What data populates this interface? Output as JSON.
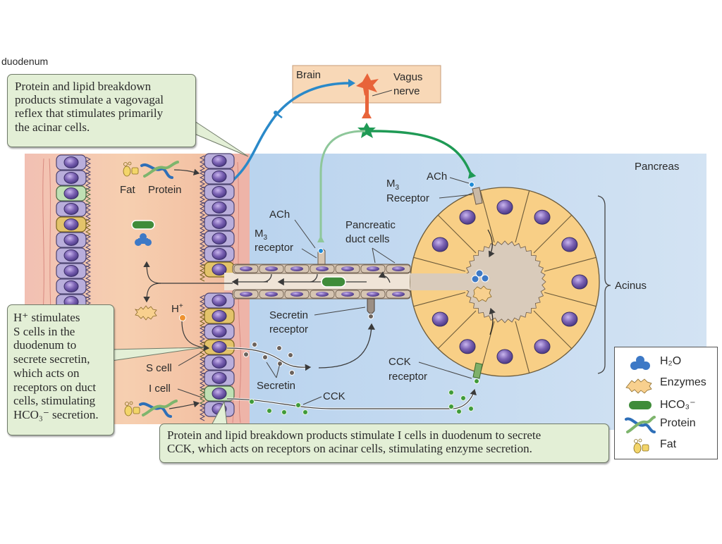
{
  "figure": {
    "cropped_label": "duodenum",
    "regions": {
      "brain": "Brain",
      "vagus_nerve_line1": "Vagus",
      "vagus_nerve_line2": "nerve",
      "pancreas": "Pancreas",
      "acinus": "Acinus"
    },
    "labels": {
      "fat": "Fat",
      "protein": "Protein",
      "ach_duct": "ACh",
      "m3_duct_m": "M",
      "m3_duct_sub": "3",
      "m3_duct_receptor": "receptor",
      "ach_acinar": "ACh",
      "m3_acinar_m": "M",
      "m3_acinar_sub": "3",
      "m3_acinar_receptor": "Receptor",
      "pancreatic_duct_line1": "Pancreatic",
      "pancreatic_duct_line2": "duct cells",
      "secretin_receptor_line1": "Secretin",
      "secretin_receptor_line2": "receptor",
      "h_plus": "H",
      "h_plus_sup": "+",
      "s_cell": "S cell",
      "i_cell": "I cell",
      "secretin": "Secretin",
      "cck": "CCK",
      "cck_receptor_line1": "CCK",
      "cck_receptor_line2": "receptor"
    },
    "callouts": {
      "vagovagal": [
        "Protein and lipid breakdown",
        "products stimulate a vagovagal",
        "reflex that stimulates primarily",
        "the acinar cells."
      ],
      "secretin": [
        "H⁺ stimulates",
        "S cells in the",
        "duodenum to",
        "secrete secretin,",
        "which acts on",
        "receptors on duct",
        "cells, stimulating",
        "HCO₃⁻ secretion."
      ],
      "cck": [
        "Protein and lipid breakdown products stimulate I cells in duodenum to secrete",
        "CCK, which acts on receptors on acinar cells, stimulating enzyme secretion."
      ]
    },
    "legend": [
      {
        "icon": "water-icon",
        "label": "H₂O"
      },
      {
        "icon": "enzymes-icon",
        "label": "Enzymes"
      },
      {
        "icon": "bicarbonate-icon",
        "label": "HCO₃⁻"
      },
      {
        "icon": "protein-icon",
        "label": "Protein"
      },
      {
        "icon": "fat-icon",
        "label": "Fat"
      }
    ],
    "colors": {
      "callout_bg": "#e3efd6",
      "duodenum_bg": "#f3c7a6",
      "pancreas_bg": "#c9def2",
      "brain_bg": "#f8d8b7",
      "acinar_cell": "#f8cf86",
      "nucleus": "#7b62b3",
      "vagal_afferent": "#2a89c9",
      "vagal_efferent": "#1f9a55",
      "vagus_neuron": "#e8643a",
      "secretin_dot": "#6b625c",
      "cck_dot": "#3f9a3a",
      "bicarbonate": "#3f8c3a",
      "water": "#3d79c6",
      "h_plus_dot": "#ee9231"
    }
  }
}
